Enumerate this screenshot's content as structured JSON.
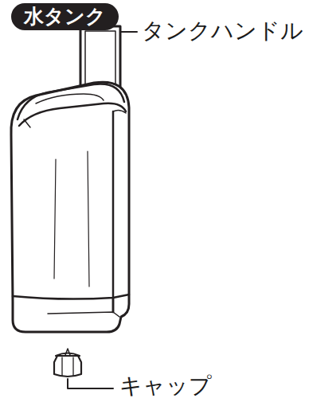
{
  "diagram": {
    "title": "水タンク",
    "labels": [
      "タンクハンドル",
      "キャップ"
    ]
  }
}
